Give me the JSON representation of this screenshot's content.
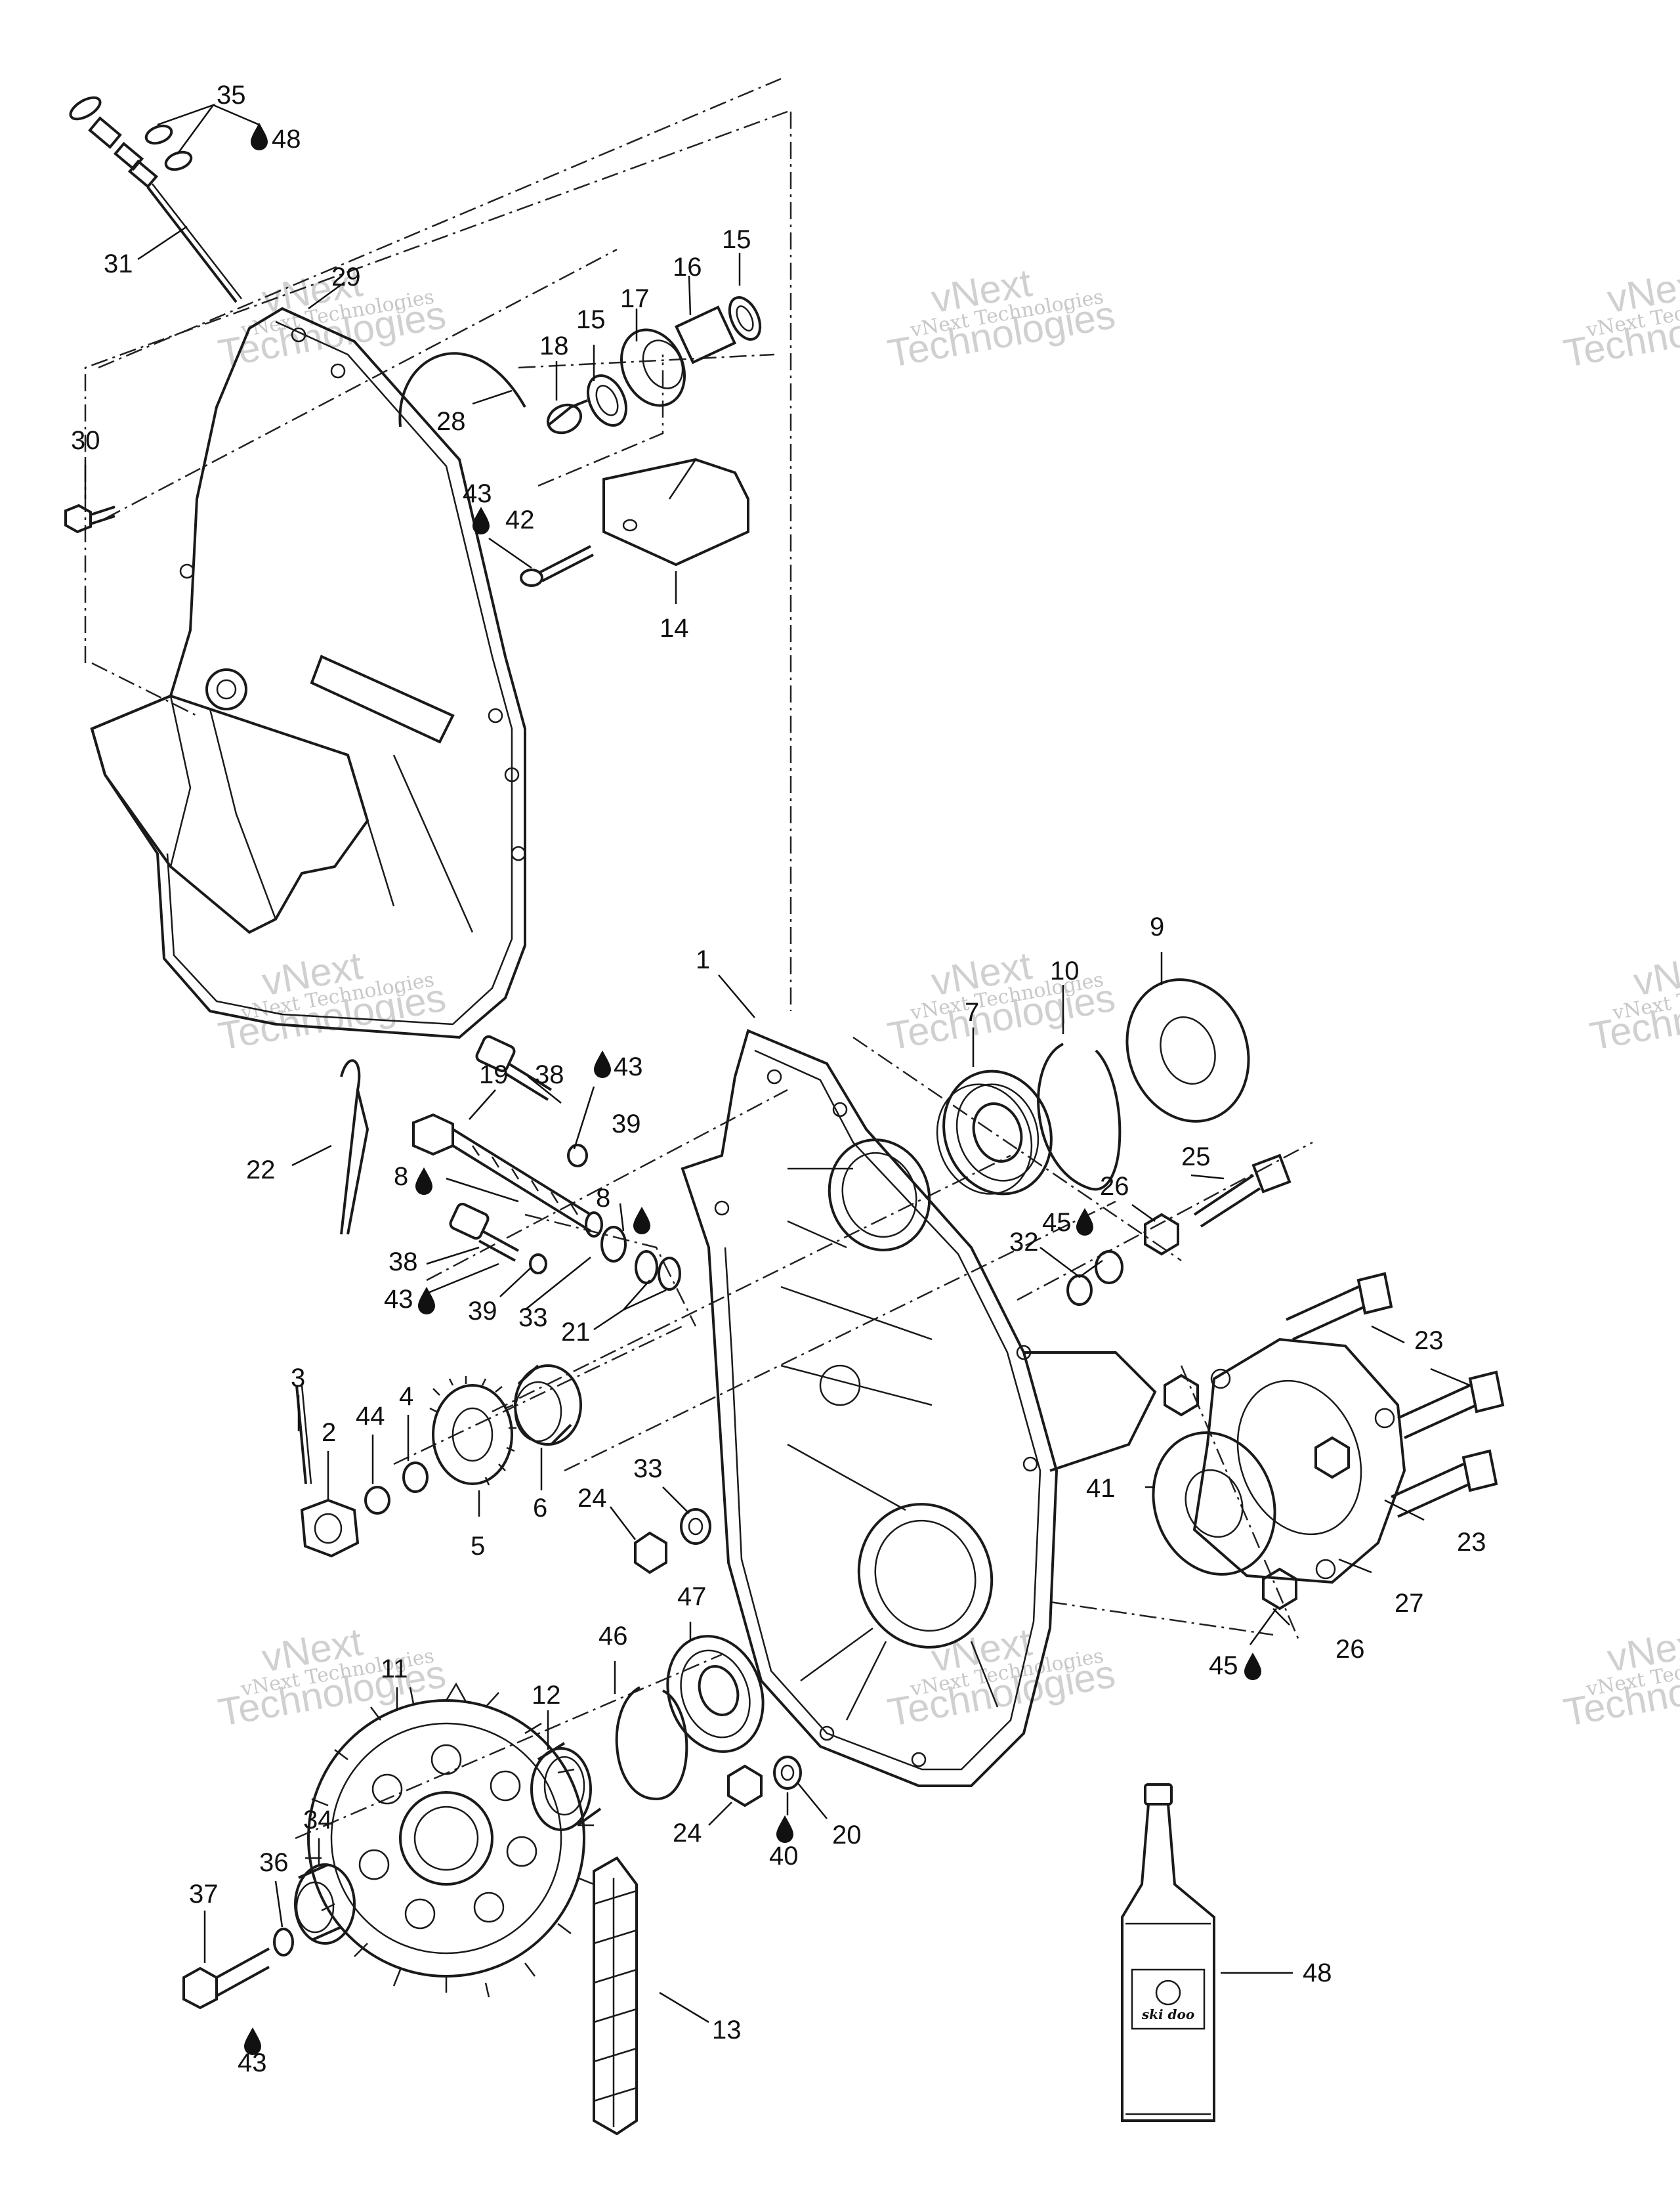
{
  "watermark": {
    "line1": "vNext",
    "line2": "Technologies",
    "small": "vNext Technologies"
  },
  "lubricant_bottle_label": "ski doo",
  "callouts": {
    "c35": "35",
    "c48a": "48",
    "c31": "31",
    "c29": "29",
    "c15a": "15",
    "c16": "16",
    "c17": "17",
    "c15b": "15",
    "c18": "18",
    "c28": "28",
    "c30": "30",
    "c43a": "43",
    "c42": "42",
    "c14": "14",
    "c1": "1",
    "c9": "9",
    "c10": "10",
    "c7": "7",
    "c19": "19",
    "c38a": "38",
    "c43b": "43",
    "c39a": "39",
    "c22": "22",
    "c8a": "8",
    "c8b": "8",
    "c25": "25",
    "c26a": "26",
    "c45a": "45",
    "c32": "32",
    "c38b": "38",
    "c43c": "43",
    "c39b": "39",
    "c33a": "33",
    "c21": "21",
    "c23a": "23",
    "c23b": "23",
    "c3": "3",
    "c2": "2",
    "c44": "44",
    "c4": "4",
    "c6": "6",
    "c5": "5",
    "c33b": "33",
    "c24a": "24",
    "c41": "41",
    "c27": "27",
    "c47": "47",
    "c46": "46",
    "c26b": "26",
    "c45b": "45",
    "c11": "11",
    "c12": "12",
    "c24b": "24",
    "c40": "40",
    "c20": "20",
    "c34": "34",
    "c36": "36",
    "c37": "37",
    "c43d": "43",
    "c13": "13",
    "c48b": "48"
  }
}
